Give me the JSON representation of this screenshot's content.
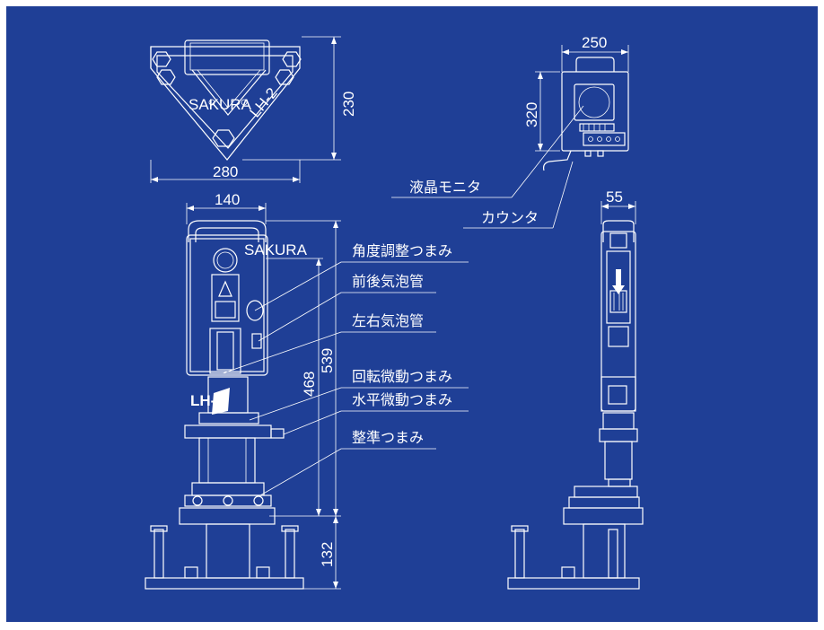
{
  "dimensions": {
    "top_width": "280",
    "top_height": "230",
    "front_width": "140",
    "front_height_468": "468",
    "front_height_539": "539",
    "base_height": "132",
    "monitor_width": "250",
    "monitor_height": "320",
    "side_width": "55"
  },
  "labels": {
    "lcd_monitor": "液晶モニタ",
    "counter": "カウンタ",
    "angle_knob": "角度調整つまみ",
    "front_back_level": "前後気泡管",
    "left_right_level": "左右気泡管",
    "rotation_fine_knob": "回転微動つまみ",
    "horizontal_fine_knob": "水平微動つまみ",
    "leveling_knob": "整準つまみ"
  },
  "product": {
    "model_mark": "LH-2"
  },
  "colors": {
    "background": "#1f3f96",
    "lines": "#ffffff"
  }
}
